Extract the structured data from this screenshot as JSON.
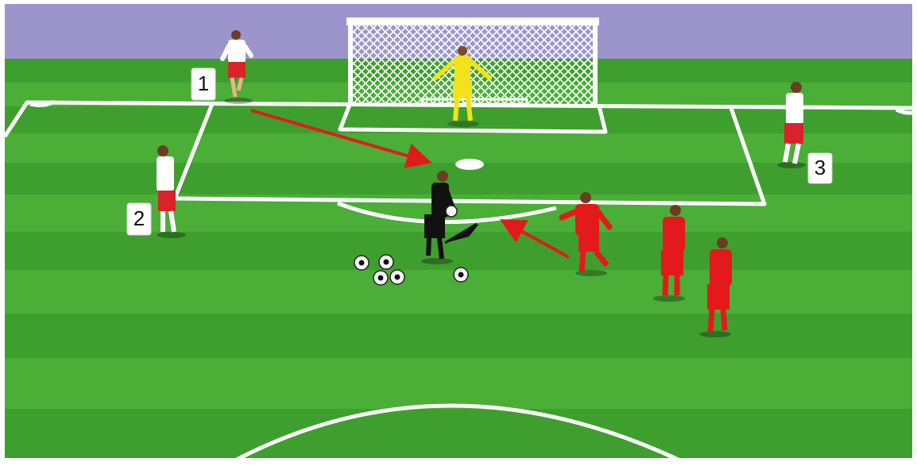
{
  "diagram": {
    "labels": {
      "player_1": "1",
      "player_2": "2",
      "player_3": "3"
    },
    "colors": {
      "sky": "#9b95cc",
      "grass_light": "#4fb83a",
      "grass_dark": "#3f9e2f",
      "line": "#ffffff",
      "arrow": "#e01b1b",
      "team_white_shirt": "#ffffff",
      "team_white_shorts": "#d8232a",
      "team_red": "#e3191b",
      "goalkeeper": "#f2e21a",
      "server": "#111111"
    },
    "icons": [
      "soccer-ball-icon",
      "red-arrow-icon",
      "goal-net-icon"
    ]
  }
}
